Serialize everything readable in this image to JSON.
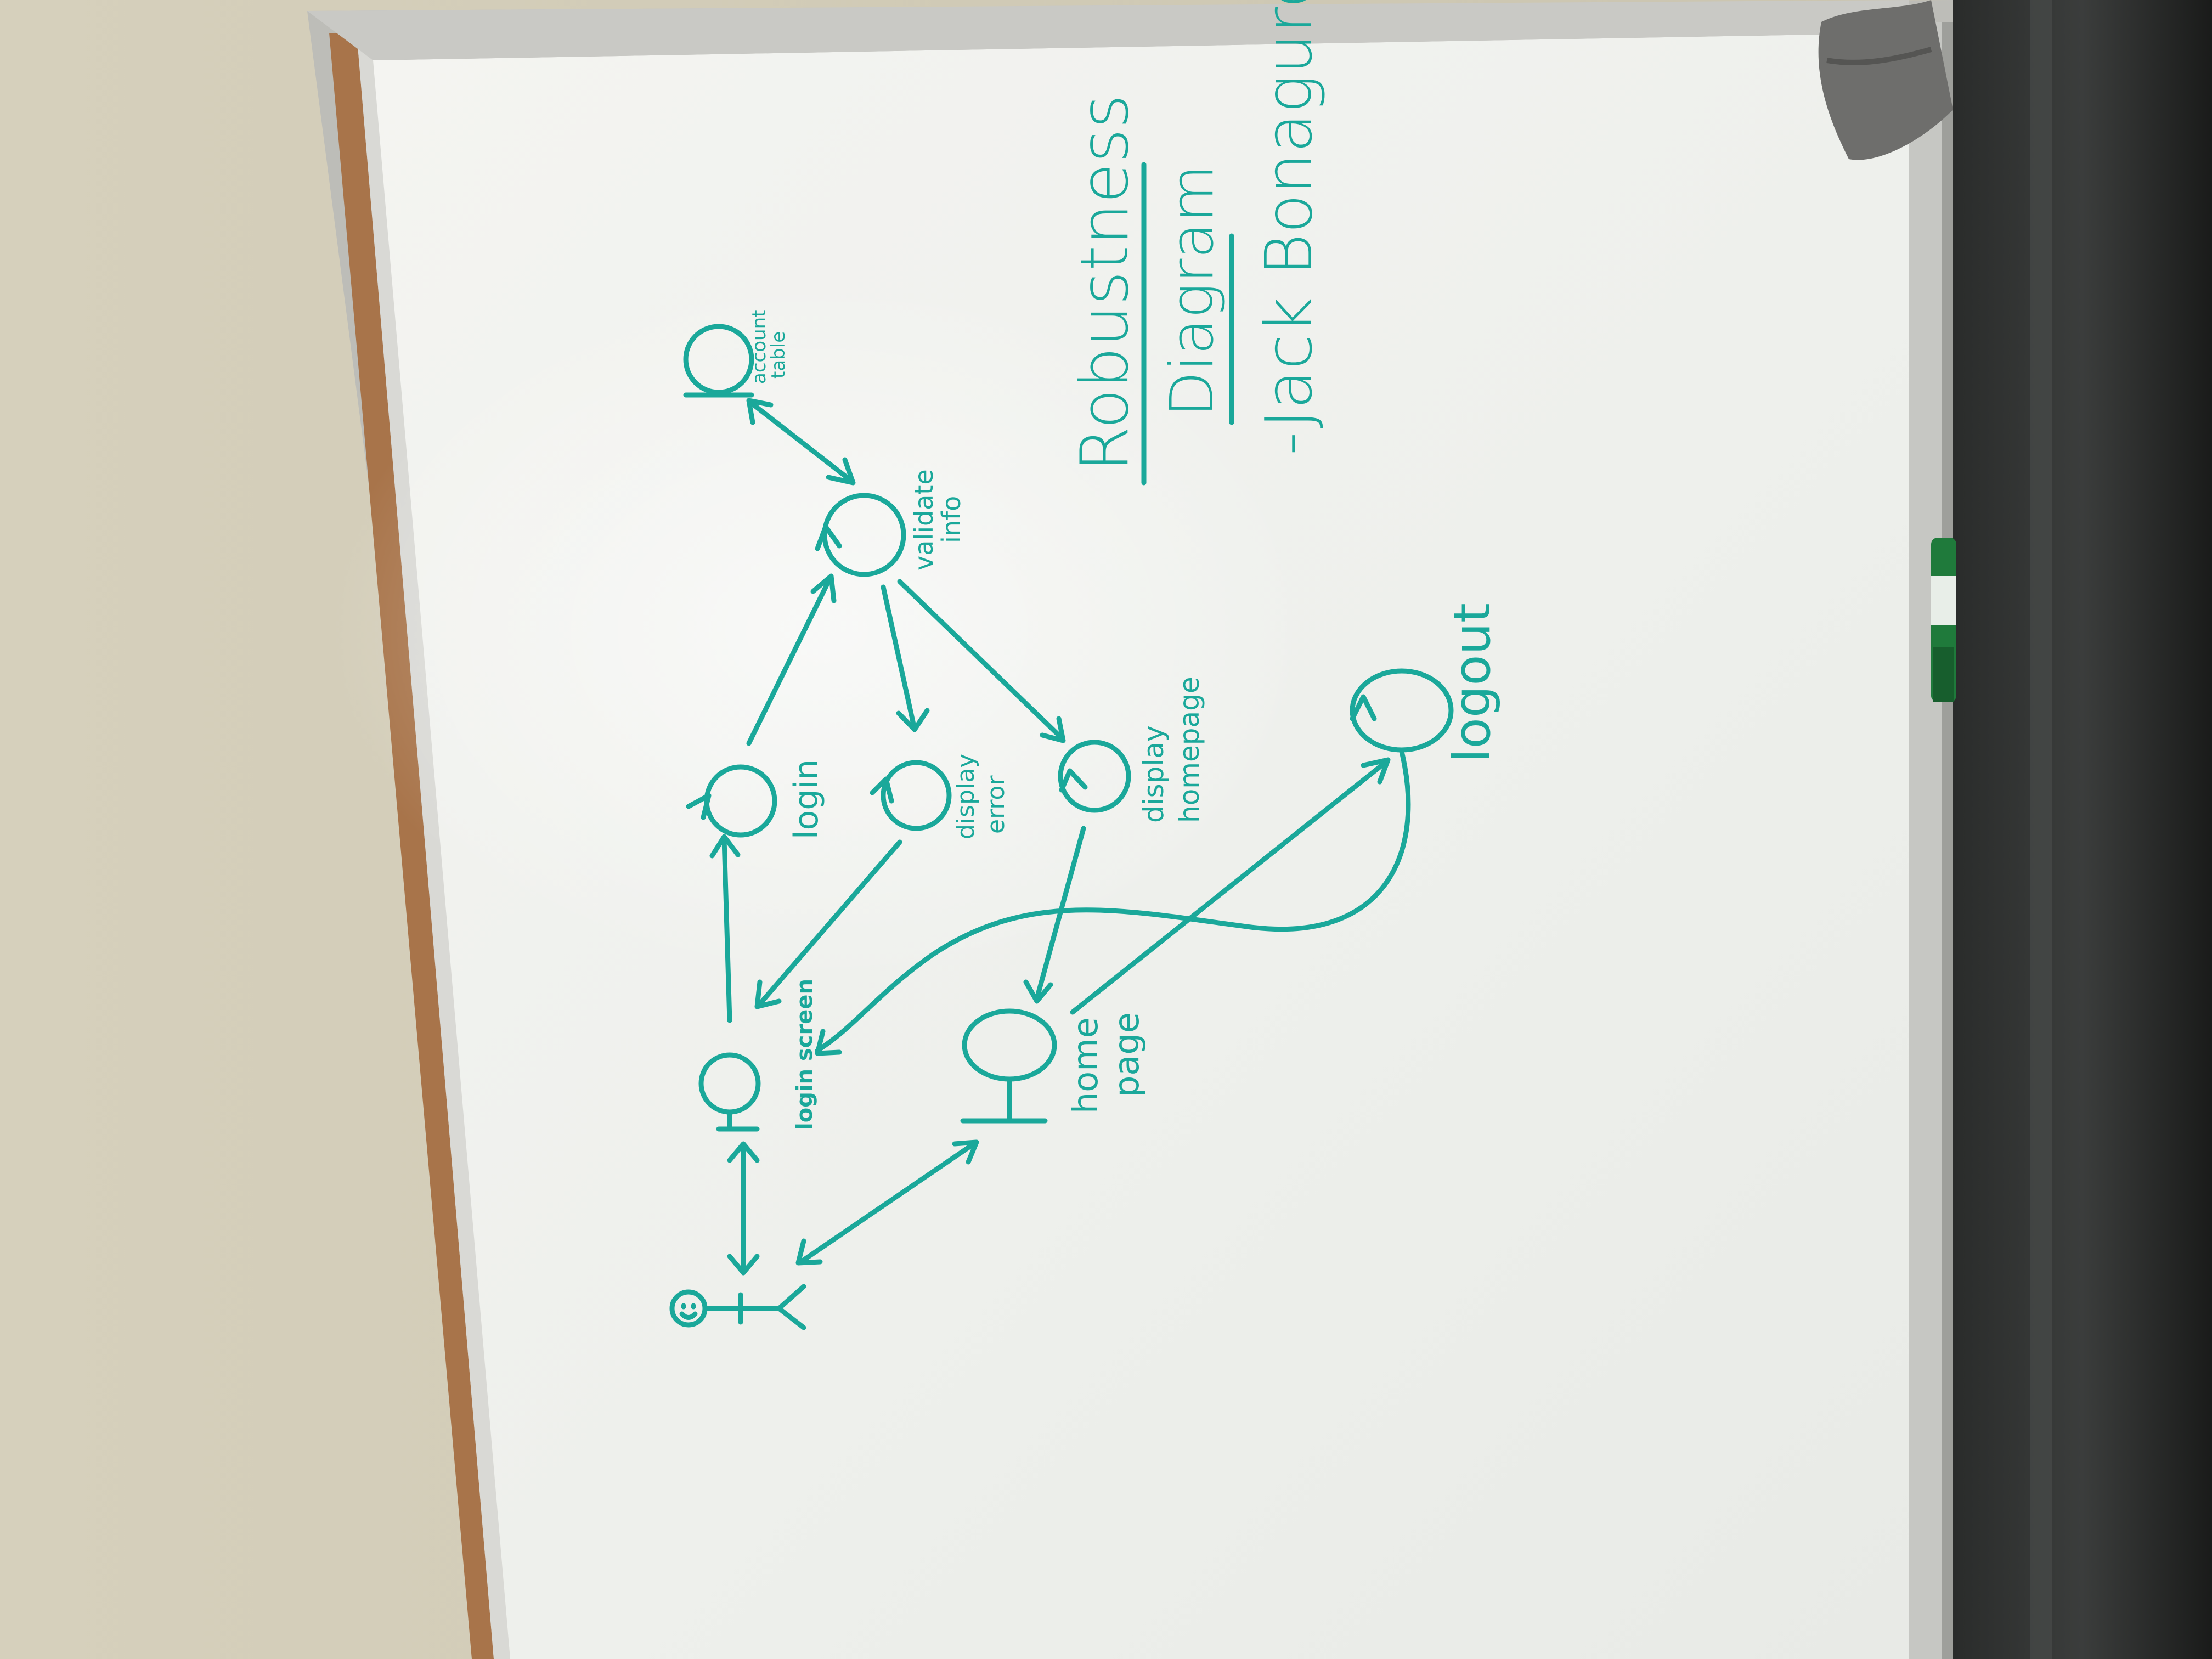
{
  "title": {
    "line1": "Robustness",
    "line2": "Diagram",
    "author": "-Jack Bonaguro"
  },
  "nodes": {
    "login": "login",
    "display_error": "display error",
    "display_error_l1": "display",
    "display_error_l2": "error",
    "validate_info_l1": "validate",
    "validate_info_l2": "info",
    "display_homepage_l1": "display",
    "display_homepage_l2": "homepage",
    "logout": "logout",
    "login_screen": "login screen",
    "home_page_l1": "home",
    "home_page_l2": "page",
    "account_table_l1": "account",
    "account_table_l2": "table"
  },
  "colors": {
    "ink": "#1aa89a",
    "board": "#f2f3ef",
    "wall": "#d3ceb9",
    "frame": "#b9b9b4",
    "cork": "#a8744a",
    "doorframe": "#1b1d1c"
  }
}
